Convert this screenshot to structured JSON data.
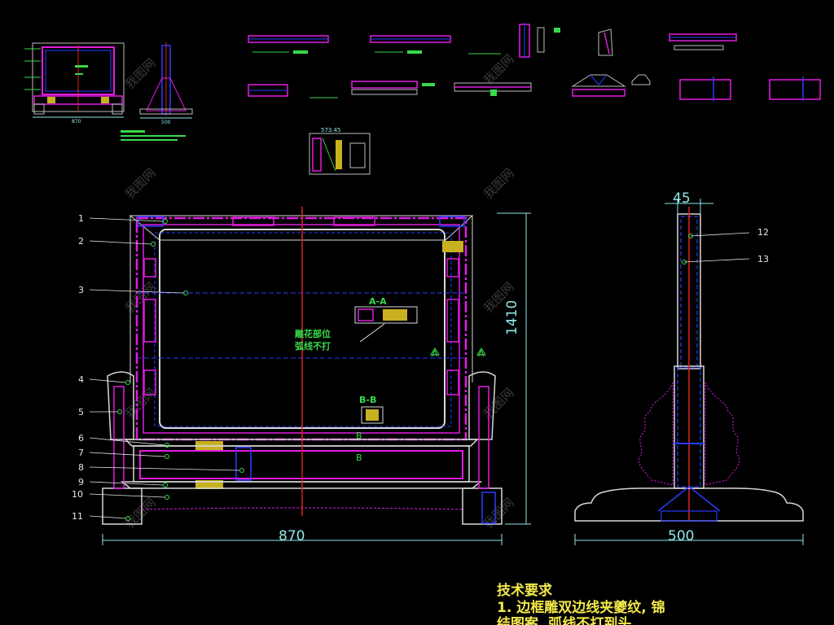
{
  "front_view": {
    "part_labels": [
      "1",
      "2",
      "3",
      "4",
      "5",
      "6",
      "7",
      "8",
      "9",
      "10",
      "11"
    ],
    "width_dim": "870",
    "height_dim": "1410",
    "section_aa": "A-A",
    "section_bb": "B-B",
    "section_marker_a": "A",
    "section_marker_b": "B",
    "carving_note_line1": "雕花部位",
    "carving_note_line2": "弧线不打"
  },
  "side_view": {
    "top_dim": "45",
    "width_dim": "500",
    "part_labels": [
      "12",
      "13"
    ]
  },
  "thumbnail": {
    "width_dim": "870",
    "side_width_dim": "500",
    "detail_dim": "573.45"
  },
  "tech_notes": {
    "heading": "技术要求",
    "line1": "1. 边框雕双边线夹夔纹, 锦",
    "line2": "结图案, 弧线不打到头"
  },
  "watermark": {
    "text": "我图网"
  },
  "colors": {
    "background": "#000000",
    "frame_outline": "#d8d8d8",
    "frame_magenta": "#e21ce0",
    "frame_blue": "#2a3cff",
    "center_line": "#e02020",
    "dimension": "#8fe6e6",
    "text_green": "#39d94a",
    "carving_yellow": "#c8b020"
  }
}
